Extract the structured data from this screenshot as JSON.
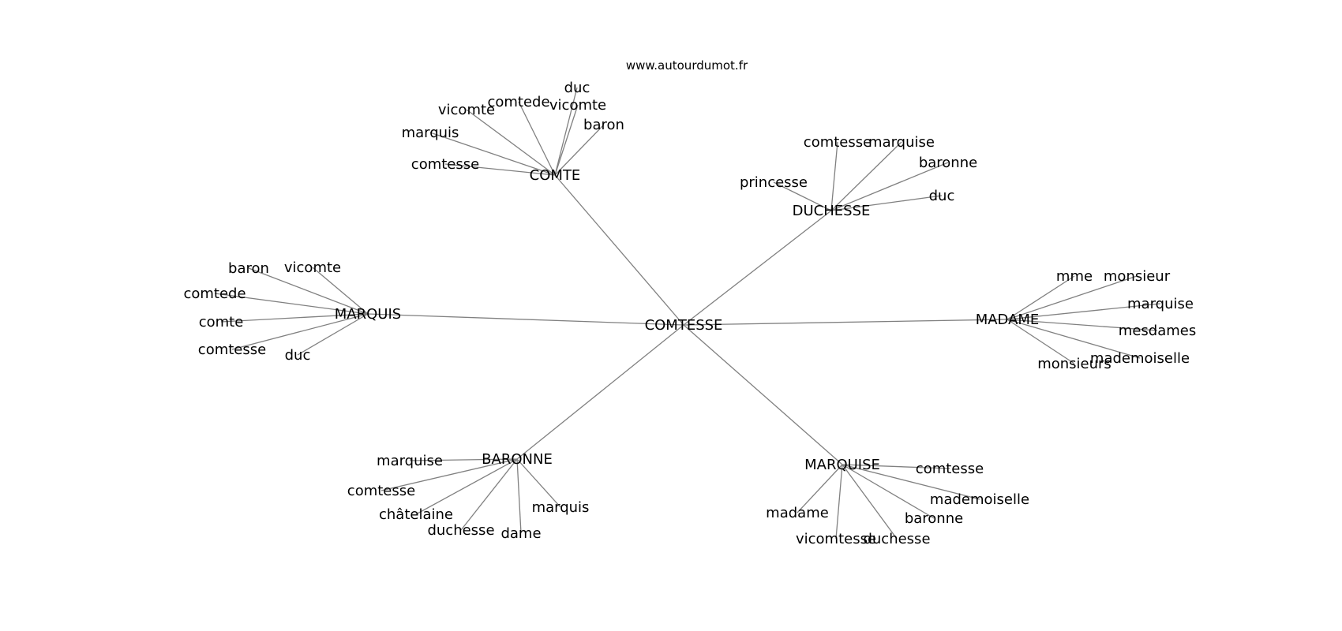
{
  "source": "www.autourdumot.fr",
  "graph": {
    "center": "COMTESSE",
    "hubs": [
      {
        "label": "COMTE",
        "children": [
          "duc",
          "comtede",
          "vicomte",
          "vicomte",
          "baron",
          "marquis",
          "comtesse"
        ]
      },
      {
        "label": "DUCHESSE",
        "children": [
          "comtesse",
          "marquise",
          "baronne",
          "princesse",
          "duc"
        ]
      },
      {
        "label": "MARQUIS",
        "children": [
          "baron",
          "vicomte",
          "comtede",
          "comte",
          "comtesse",
          "duc"
        ]
      },
      {
        "label": "MADAME",
        "children": [
          "mme",
          "monsieur",
          "marquise",
          "mesdames",
          "mademoiselle",
          "monsieurs"
        ]
      },
      {
        "label": "BARONNE",
        "children": [
          "marquise",
          "comtesse",
          "châtelaine",
          "duchesse",
          "dame",
          "marquis"
        ]
      },
      {
        "label": "MARQUISE",
        "children": [
          "comtesse",
          "mademoiselle",
          "baronne",
          "madame",
          "vicomtesse",
          "duchesse"
        ]
      }
    ]
  }
}
